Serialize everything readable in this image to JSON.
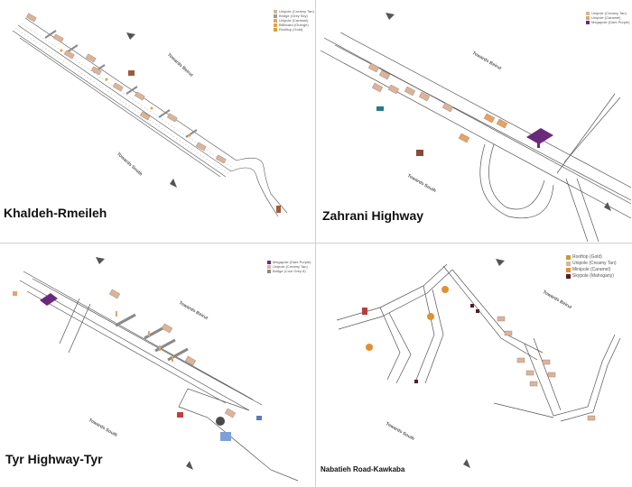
{
  "panels": {
    "khaldeh": {
      "title": "Khaldeh-Rmeileh",
      "towards_beirut": "Towards Beirut",
      "towards_south": "Towards South",
      "legend": [
        {
          "label": "Unipole (Creamy Tan)",
          "color": "#d9b59b"
        },
        {
          "label": "Bridge (Grey Sky)",
          "color": "#9a9a9a"
        },
        {
          "label": "Unipole (Caramel)",
          "color": "#e2a46a"
        },
        {
          "label": "Billboard (Orange)",
          "color": "#e9a23b"
        },
        {
          "label": "Rooftop (Gold)",
          "color": "#d1a53a"
        }
      ]
    },
    "zahrani": {
      "title": "Zahrani Highway",
      "towards_beirut": "Towards Beirut",
      "towards_south": "Towards South",
      "legend": [
        {
          "label": "Unipole (Creamy Tan)",
          "color": "#d9b59b"
        },
        {
          "label": "Unipole (Caramel)",
          "color": "#e2a46a"
        },
        {
          "label": "Megapole (Dark Purple)",
          "color": "#6a2a7c"
        }
      ]
    },
    "tyr": {
      "title": "Tyr Highway-Tyr",
      "towards_beirut": "Towards Beirut",
      "towards_south": "Towards South",
      "legend": [
        {
          "label": "Megapole (Dark Purple)",
          "color": "#6a2a7c"
        },
        {
          "label": "Unipole (Creamy Tan)",
          "color": "#d9b59b"
        },
        {
          "label": "Bridge (Cool Grey 8)",
          "color": "#8a8a8a"
        }
      ]
    },
    "nabatieh": {
      "title": "Nabatieh Road-Kawkaba",
      "towards_beirut": "Towards Beirut",
      "towards_south": "Towards South",
      "legend": [
        {
          "label": "Rooftop (Gold)",
          "color": "#c89b2f"
        },
        {
          "label": "Unipole (Creamy Tan)",
          "color": "#d9b59b"
        },
        {
          "label": "Minipole (Caramel)",
          "color": "#e0902f"
        },
        {
          "label": "Skypole (Mahogany)",
          "color": "#5a1a22"
        }
      ]
    }
  }
}
